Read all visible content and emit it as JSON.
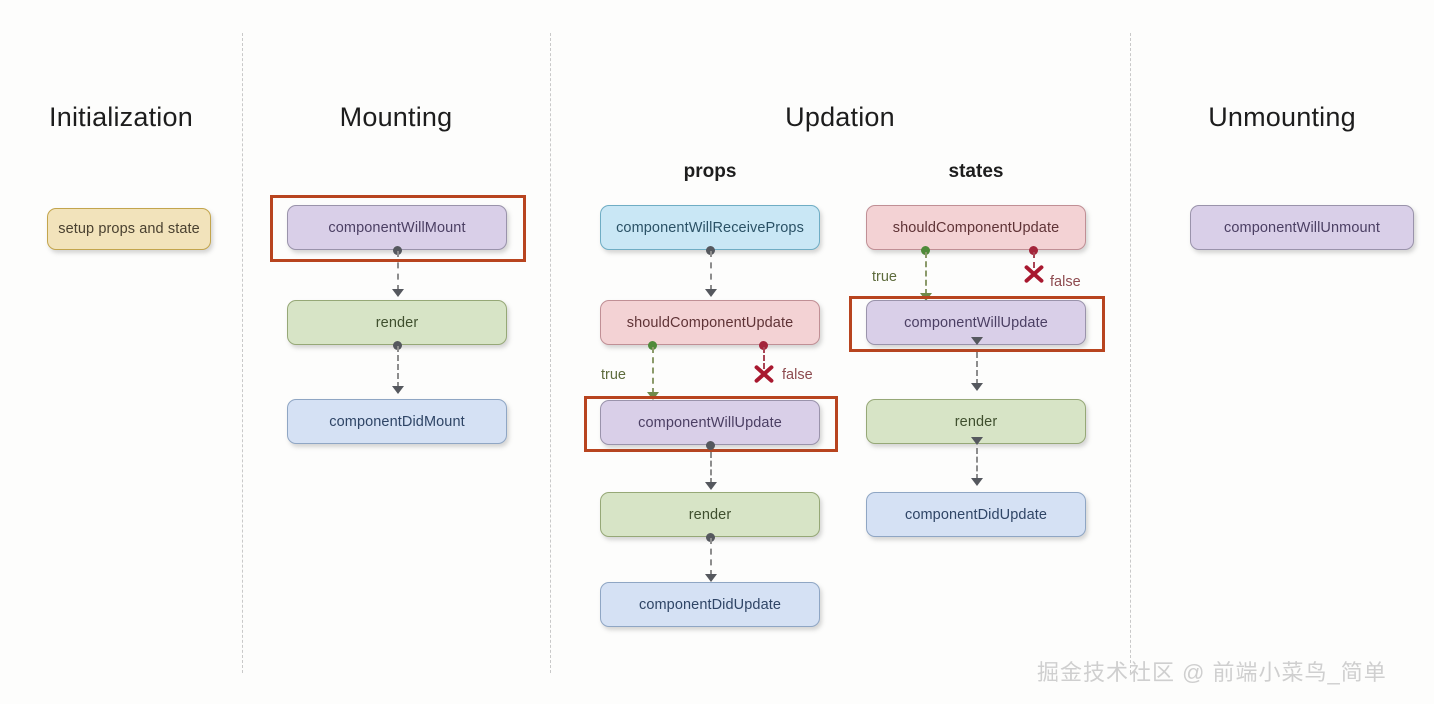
{
  "diagram": {
    "title_phases": [
      "Initialization",
      "Mounting",
      "Updation",
      "Unmounting"
    ],
    "colors": {
      "highlight": "#b8441f",
      "beige": "#f2e3bb",
      "purple": "#d9cfe8",
      "green": "#d7e4c6",
      "blue": "#d5e1f4",
      "cyan": "#c9e7f5",
      "pink": "#f3d2d4",
      "true_branch": "#4f8a3a",
      "false_branch": "#a3243a",
      "divider": "#c9c9c9",
      "background": "#fdfdfc"
    }
  },
  "initialization": {
    "heading": "Initialization",
    "nodes": [
      {
        "label": "setup props and state",
        "color": "beige"
      }
    ]
  },
  "mounting": {
    "heading": "Mounting",
    "nodes": [
      {
        "label": "componentWillMount",
        "color": "purple",
        "highlighted": true
      },
      {
        "label": "render",
        "color": "green",
        "highlighted": false
      },
      {
        "label": "componentDidMount",
        "color": "blue",
        "highlighted": false
      }
    ]
  },
  "updation": {
    "heading": "Updation",
    "props": {
      "heading": "props",
      "nodes": [
        {
          "label": "componentWillReceiveProps",
          "color": "cyan",
          "highlighted": false
        },
        {
          "label": "shouldComponentUpdate",
          "color": "pink",
          "highlighted": false
        },
        {
          "label": "componentWillUpdate",
          "color": "purple",
          "highlighted": true
        },
        {
          "label": "render",
          "color": "green",
          "highlighted": false
        },
        {
          "label": "componentDidUpdate",
          "color": "blue",
          "highlighted": false
        }
      ],
      "branch_true": "true",
      "branch_false": "false"
    },
    "states": {
      "heading": "states",
      "nodes": [
        {
          "label": "shouldComponentUpdate",
          "color": "pink",
          "highlighted": false
        },
        {
          "label": "componentWillUpdate",
          "color": "purple",
          "highlighted": true
        },
        {
          "label": "render",
          "color": "green",
          "highlighted": false
        },
        {
          "label": "componentDidUpdate",
          "color": "blue",
          "highlighted": false
        }
      ],
      "branch_true": "true",
      "branch_false": "false"
    }
  },
  "unmounting": {
    "heading": "Unmounting",
    "nodes": [
      {
        "label": "componentWillUnmount",
        "color": "purple"
      }
    ]
  },
  "watermark": {
    "text": "掘金技术社区 @ 前端小菜鸟_简单"
  }
}
